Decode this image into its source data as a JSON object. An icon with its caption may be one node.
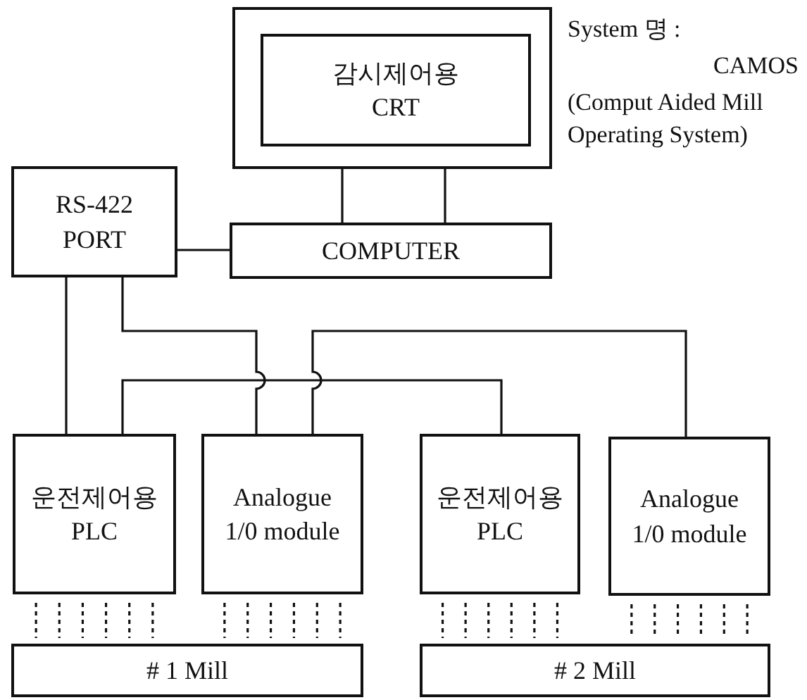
{
  "diagram": {
    "nodes": [
      {
        "text": [],
        "shape": "box"
      },
      {
        "text": [
          "감시제어용 CRT"
        ],
        "in": 0
      },
      {
        "text": [
          "RS-422 PORT"
        ]
      },
      {
        "text": [
          "COMPUTER"
        ]
      },
      {
        "text": [
          "운전제어용 PLC"
        ]
      },
      {
        "text": [
          "Analogue 1/0 module"
        ]
      },
      {
        "text": [
          "운전제어용 PLC"
        ]
      },
      {
        "text": [
          "Analogue 1/0 module"
        ]
      },
      {
        "text": [
          "# 1 Mill"
        ]
      },
      {
        "text": [
          "# 2 Mill"
        ]
      }
    ],
    "edges": [
      {
        "from": 0,
        "to": 3,
        "arrow": "none"
      },
      {
        "from": 0,
        "to": 3,
        "arrow": "none"
      },
      {
        "from": 2,
        "to": 3,
        "arrow": "none"
      },
      {
        "from": 2,
        "to": 4,
        "arrow": "none"
      },
      {
        "from": 2,
        "to": 5,
        "arrow": "none"
      },
      {
        "from": 5,
        "to": 7,
        "arrow": "none"
      },
      {
        "from": 4,
        "to": 6,
        "arrow": "none"
      },
      {
        "from": 4,
        "to": 8,
        "arrow": "none",
        "style": "dashed"
      },
      {
        "from": 5,
        "to": 8,
        "arrow": "none",
        "style": "dashed"
      },
      {
        "from": 6,
        "to": 9,
        "arrow": "none",
        "style": "dashed"
      },
      {
        "from": 7,
        "to": 9,
        "arrow": "none",
        "style": "dashed"
      }
    ],
    "labels": [
      "System 명 :",
      "CAMOS",
      "(Comput Aided Mill Operating System)"
    ]
  }
}
